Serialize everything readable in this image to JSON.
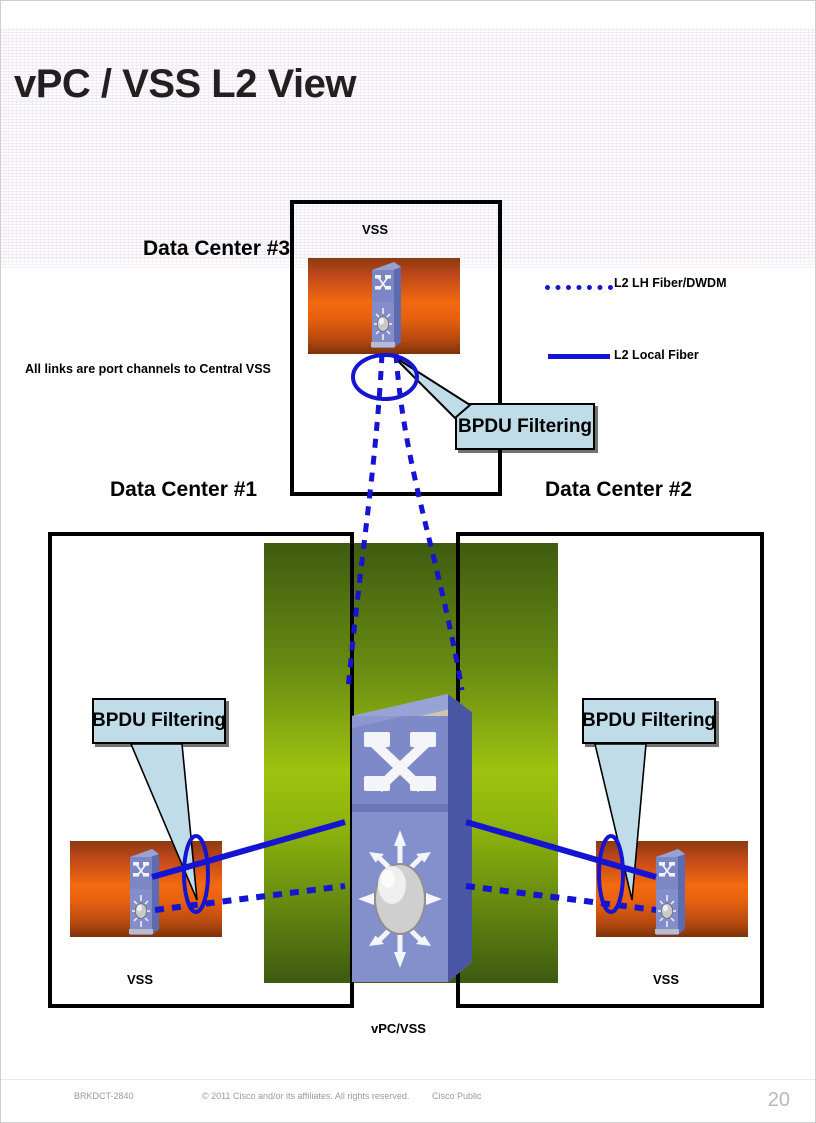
{
  "slide": {
    "title": "vPC / VSS L2 View",
    "note": "All links are port channels to Central VSS"
  },
  "zones": {
    "dc3": {
      "label": "Data Center #3",
      "device_label": "VSS"
    },
    "dc1": {
      "label": "Data Center #1",
      "device_label": "VSS"
    },
    "dc2": {
      "label": "Data Center #2",
      "device_label": "VSS"
    },
    "center": {
      "label": "vPC/VSS"
    }
  },
  "callouts": [
    {
      "id": "dc3-bpdu",
      "text": "BPDU Filtering"
    },
    {
      "id": "dc1-bpdu",
      "text": "BPDU Filtering"
    },
    {
      "id": "dc2-bpdu",
      "text": "BPDU Filtering"
    }
  ],
  "legend": {
    "items": [
      {
        "label": "L2 LH Fiber/DWDM",
        "style": "dotted",
        "color": "#1414d2"
      },
      {
        "label": "L2 Local Fiber",
        "style": "solid",
        "color": "#1414d2"
      }
    ]
  },
  "colors": {
    "link_blue": "#1414d2",
    "callout_fill": "#bfdce8",
    "switch_body": "#7b86c4",
    "orange_band": "#f26a10",
    "green_band": "#9fc30f"
  },
  "footer": {
    "session_id": "BRKDCT-2840",
    "copyright": "© 2011 Cisco and/or its affiliates. All rights reserved.",
    "classification": "Cisco Public",
    "page_number": "20"
  }
}
